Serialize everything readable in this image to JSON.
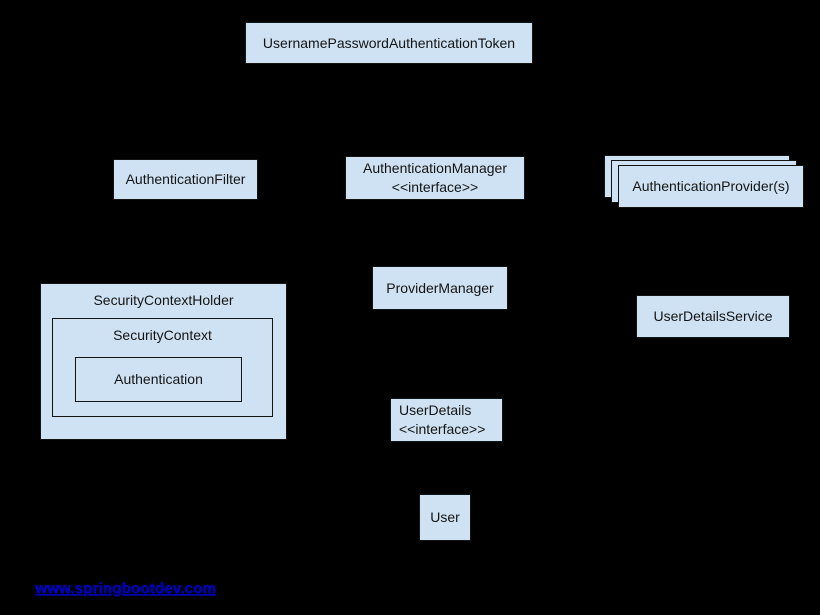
{
  "diagram": {
    "kind": "spring-security-architecture",
    "nodes": {
      "token": {
        "label": "UsernamePasswordAuthenticationToken"
      },
      "authentication_filter": {
        "label": "AuthenticationFilter"
      },
      "authentication_manager": {
        "label": "AuthenticationManager",
        "stereotype": "<<interface>>"
      },
      "authentication_providers": {
        "label": "AuthenticationProvider(s)"
      },
      "security_context_holder": {
        "label": "SecurityContextHolder"
      },
      "security_context": {
        "label": "SecurityContext"
      },
      "authentication": {
        "label": "Authentication"
      },
      "provider_manager": {
        "label": "ProviderManager"
      },
      "user_details_service": {
        "label": "UserDetailsService"
      },
      "user_details": {
        "label": "UserDetails",
        "stereotype": "<<interface>>"
      },
      "user": {
        "label": "User"
      }
    },
    "footer_link": {
      "text": "www.springbootdev.com"
    },
    "colors": {
      "node_fill": "#cfe2f3",
      "node_border": "#141414",
      "background": "#000000",
      "link": "#0000b3"
    }
  }
}
